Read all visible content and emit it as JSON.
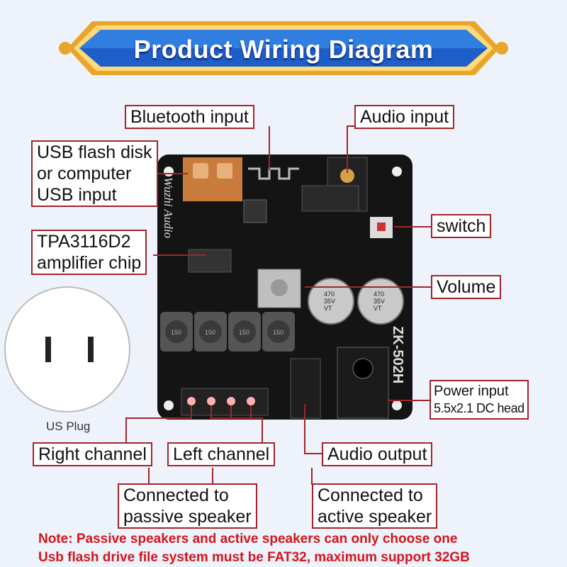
{
  "title": "Product Wiring Diagram",
  "board": {
    "model": "ZK-502H",
    "brand": "Wuzhi Audio",
    "capacitor_text": [
      "470",
      "35V",
      "VT"
    ],
    "inductor_text": "150"
  },
  "labels": {
    "bluetooth_input": "Bluetooth input",
    "audio_input": "Audio input",
    "usb_input": [
      "USB flash disk",
      "or computer",
      "USB input"
    ],
    "amp_chip": [
      "TPA3116D2",
      "amplifier chip"
    ],
    "switch": "switch",
    "volume": "Volume",
    "power_input": [
      "Power input",
      "5.5x2.1 DC head"
    ],
    "right_channel": "Right channel",
    "left_channel": "Left channel",
    "audio_output": "Audio output",
    "passive_speaker": [
      "Connected to",
      "passive speaker"
    ],
    "active_speaker": [
      "Connected to",
      "active speaker"
    ]
  },
  "plug": {
    "label": "US Plug"
  },
  "notes": [
    "Note: Passive speakers and active speakers can only choose one",
    "Usb flash drive file system must be FAT32, maximum support 32GB"
  ],
  "colors": {
    "banner": "#1e5ec8",
    "banner_border": "#e8a52a",
    "line": "#a1252b",
    "note": "#d5141b",
    "board": "#141414"
  }
}
